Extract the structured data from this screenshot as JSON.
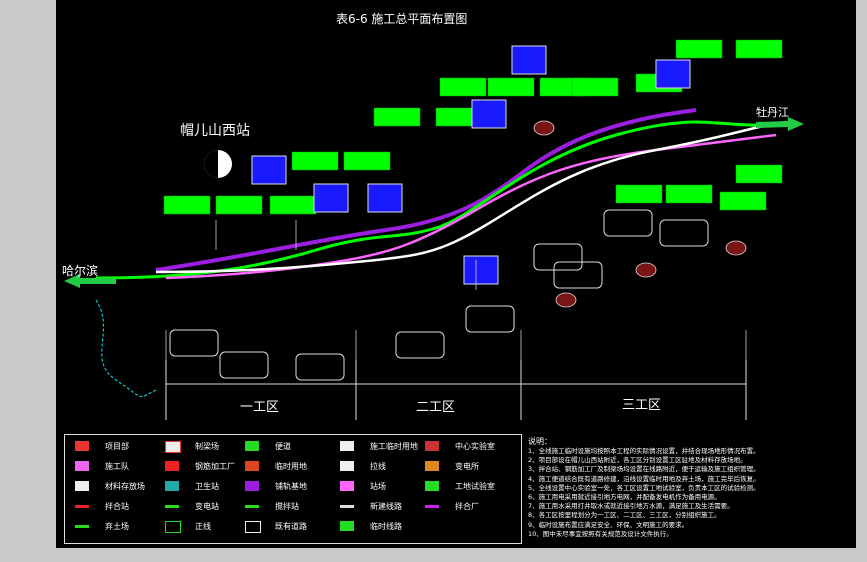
{
  "title": "表6-6  施工总平面布置图",
  "station_label": "帽儿山西站",
  "city_left": "哈尔滨",
  "city_right": "牡丹江",
  "zones": [
    "一工区",
    "二工区",
    "三工区"
  ],
  "legend": {
    "items": [
      "项目部",
      "施工队",
      "材料存放场",
      "拌合站",
      "弃土场",
      "制梁场",
      "钢筋加工厂",
      "卫生站",
      "变电站",
      "正线",
      "便道",
      "临时用地",
      "铺轨基地",
      "搅拌站",
      "既有道路",
      "施工临时用地",
      "拉线",
      "站场",
      "新建线路",
      "临时线路",
      "中心实验室",
      "变电所",
      "工地试验室",
      "拌合厂"
    ]
  },
  "notes": {
    "heading": "说明：",
    "lines": [
      "1、全线施工临时设施均按照本工程的实际情况设置，并结合现场地形情况布置。",
      "2、项目部设在帽儿山西站附近，各工区分别设置工区驻地及材料存放场地。",
      "3、拌合站、钢筋加工厂及制梁场均设置在线路附近，便于运输及施工组织管理。",
      "4、施工便道结合既有道路修建，沿线设置临时用地及弃土场，施工完毕后恢复。",
      "5、全线设置中心实验室一处，各工区设置工地试验室，负责本工区的试验检测。",
      "6、施工用电采用就近接引地方电网，并配备发电机作为备用电源。",
      "7、施工用水采用打井取水或就近接引地方水源，满足施工及生活需要。",
      "8、各工区按里程划分为一工区、二工区、三工区，分别组织施工。",
      "9、临时设施布置应满足安全、环保、文明施工的要求。",
      "10、图中未尽事宜按照有关规范及设计文件执行。"
    ]
  },
  "colors": {
    "background": "#000000",
    "main_line": "#ffffff",
    "new_line": "#00ff00",
    "temp_line": "#9a1fe0",
    "road": "#ff66ff",
    "label_box": "#00ff00",
    "depot_box": "#1a1aff",
    "river": "#00cccc",
    "arrow": "#22cc44"
  }
}
